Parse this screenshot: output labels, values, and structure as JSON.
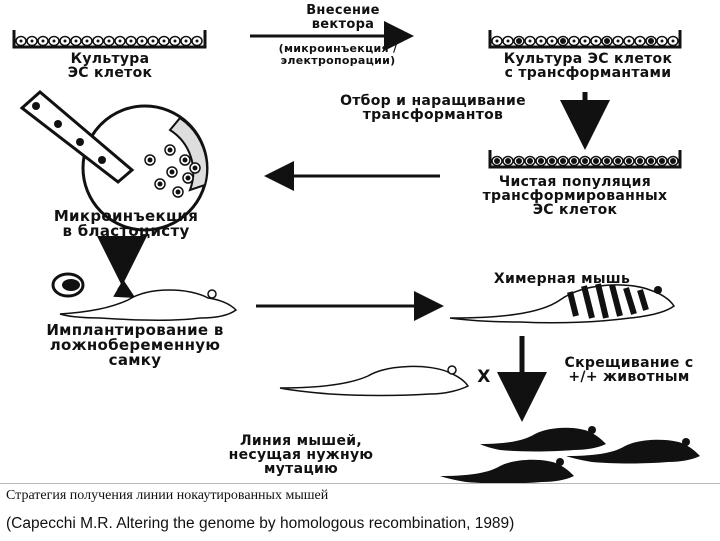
{
  "labels": {
    "vector_intro": [
      "Внесение",
      "вектора"
    ],
    "vector_method": [
      "(микроинъекция /",
      "электропорации)"
    ],
    "es_culture": [
      "Культура",
      "ЭС клеток"
    ],
    "es_transformants": [
      "Культура ЭС клеток",
      "с трансформантами"
    ],
    "selection": [
      "Отбор и наращивание",
      "трансформантов"
    ],
    "pure_population": [
      "Чистая популяция",
      "трансформированных",
      "ЭС клеток"
    ],
    "microinjection": [
      "Микроинъекция",
      "в бластоцисту"
    ],
    "chimeric_mouse": "Химерная мышь",
    "implantation": [
      "Имплантирование в",
      "ложнобеременную",
      "самку"
    ],
    "crossing": [
      "Скрещивание с",
      "+/+ животным"
    ],
    "cross_symbol": "X",
    "mouse_lines": [
      "Линия мышей,",
      "несущая нужную",
      "мутацию"
    ]
  },
  "caption": {
    "title": "Стратегия получения линии нокаутированных мышей",
    "citation": "(Capecchi M.R. Altering the genome by homologous recombination, 1989)"
  }
}
